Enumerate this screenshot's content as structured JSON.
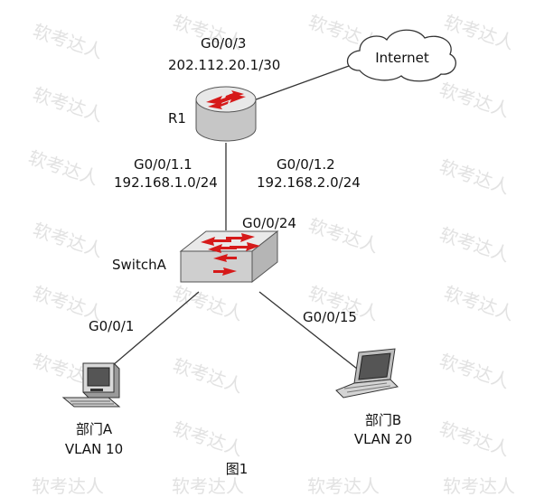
{
  "watermark": "软考达人",
  "cloud": {
    "label": "Internet"
  },
  "router": {
    "name": "R1",
    "wan_port": "G0/0/3",
    "wan_ip": "202.112.20.1/30",
    "sub1_port": "G0/0/1.1",
    "sub1_net": "192.168.1.0/24",
    "sub2_port": "G0/0/1.2",
    "sub2_net": "192.168.2.0/24"
  },
  "switch": {
    "name": "SwitchA",
    "uplink_port": "G0/0/24",
    "port_a": "G0/0/1",
    "port_b": "G0/0/15"
  },
  "dept_a": {
    "name": "部门A",
    "vlan": "VLAN 10"
  },
  "dept_b": {
    "name": "部门B",
    "vlan": "VLAN 20"
  },
  "caption": "图1",
  "colors": {
    "arrow_red": "#d61a1a",
    "device_grey": "#bfbfbf",
    "line": "#333333"
  }
}
